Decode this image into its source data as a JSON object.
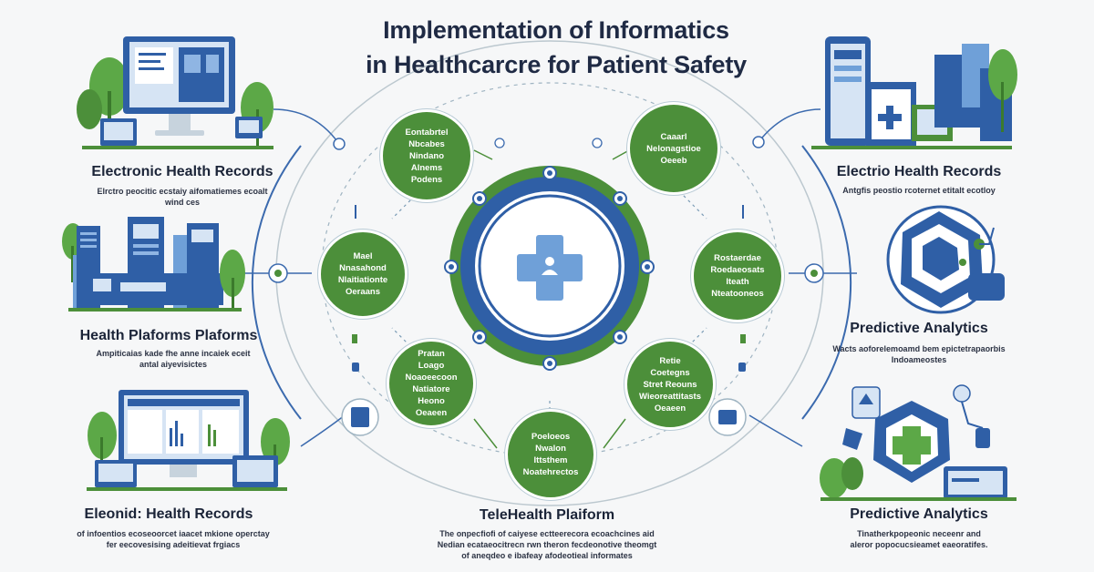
{
  "title": {
    "line1": "Implementation of Informatics",
    "line2": "in Healthcarcre for Patient Safety"
  },
  "sections": {
    "top_left": {
      "label": "Electronic Health Records",
      "desc_line1": "Elrctro peocitic ecstaiy aifomatiemes ecoalt",
      "desc_line2": "wind ces"
    },
    "mid_left": {
      "label": "Health Plaforms Plaforms",
      "desc_line1": "Ampiticaias kade fhe anne incaiek eceit",
      "desc_line2": "antal aiyevisictes"
    },
    "bottom_left": {
      "label": "Eleonid: Health Records",
      "desc_line1": "of infoentios ecoseoorcet iaacet mkione operctay",
      "desc_line2": "fer eecovesising adeitievat frgiacs"
    },
    "top_right": {
      "label": "Electrio Health Records",
      "desc_line1": "Antgfis peostio rcoternet etitalt ecotloy",
      "desc_line2": ""
    },
    "mid_right": {
      "label": "Predictive Analytics",
      "desc_line1": "Wacts aoforelemoamd bem epictetrapaorbis",
      "desc_line2": "Indoameostes"
    },
    "bottom_right": {
      "label": "Predictive Analytics",
      "desc_line1": "Tinatherkpopeonic neceenr and",
      "desc_line2": "aleror popocucsieamet eaeoratifes."
    },
    "bottom_center": {
      "label": "TeleHealth Plaiform",
      "desc_line1": "The onpecfiofi of caiyese ectteerecora ecoachcines aid",
      "desc_line2": "Nedian ecataeocitrecn rwn theron fecdeonotive theomgt",
      "desc_line3": "of aneqdeo e ibafeay afodeotieal informates"
    }
  },
  "nodes": {
    "top_left": [
      "Eontabrtel",
      "Nbcabes",
      "Nindano Alnems",
      "Podens"
    ],
    "top_right": [
      "Caaarl",
      "Nelonagstioe",
      "Oeeeb"
    ],
    "mid_left": [
      "Mael",
      "Nnasahond",
      "Nlaitiationte",
      "Oeraans"
    ],
    "mid_right": [
      "Rostaerdae",
      "Roedaeosats Iteath",
      "Nteatooneos"
    ],
    "low_left": [
      "Pratan Loago",
      "Noaoeecoon",
      "Natiatore Heono",
      "Oeaeen"
    ],
    "low_right": [
      "Retie Coetegns",
      "Stret Reouns",
      "Wieoreattitasts",
      "Oeaeen"
    ],
    "bottom": [
      "Poeloeos",
      "Nwalon",
      "Ittsthem",
      "Noatehrectos"
    ]
  },
  "colors": {
    "accent_green": "#4c8f3a",
    "accent_blue": "#2f5fa6",
    "light_blue": "#6fa0d8",
    "title": "#1f2a44"
  }
}
